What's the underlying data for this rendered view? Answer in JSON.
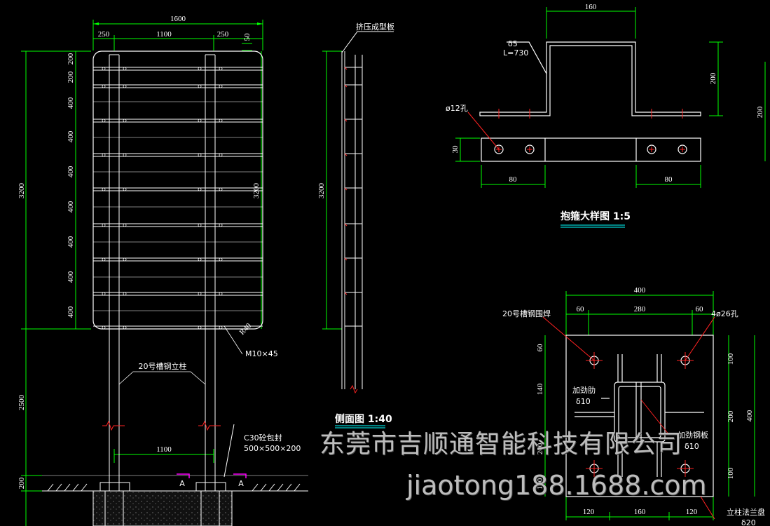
{
  "front": {
    "w_total": "1600",
    "w_left": "250",
    "w_mid": "1100",
    "w_right": "250",
    "top_gap": "50",
    "left_spacing": [
      "200",
      "200",
      "400",
      "400",
      "400",
      "400",
      "400",
      "400",
      "400"
    ],
    "h_total": "3200",
    "h_panel": "3200",
    "h_post": "2500",
    "h_base": "200",
    "post_gap": "1100",
    "bolt_angle": "R40",
    "post_label": "20号槽钢立柱",
    "bolt_label": "M10×45",
    "foundation_label_1": "C30砼包封",
    "foundation_label_2": "500×500×200",
    "section_mark": "A"
  },
  "side": {
    "panel_label": "挤压成型板",
    "height": "3200",
    "title": "侧面图  1:40"
  },
  "clamp": {
    "width_top": "160",
    "plate_label_1": "δ5",
    "plate_label_2": "L=730",
    "height_inner": "200",
    "height_outer": "200",
    "hole_label": "ø12孔",
    "width_plate": "30",
    "len_left": "80",
    "len_right": "80",
    "title": "抱箍大样图  1:5"
  },
  "flange": {
    "w_total": "400",
    "w_left": "60",
    "w_mid": "280",
    "w_right": "60",
    "weld_label": "20号槽钢围焊",
    "hole_label": "4ø26孔",
    "stiff_label_1": "加劲肋",
    "stiff_label_2": "δ10",
    "plate_label_1": "加劲钢板",
    "plate_label_2": "δ10",
    "left_dims": [
      "60",
      "140",
      "200",
      "100"
    ],
    "right_dims": [
      "100",
      "200",
      "100"
    ],
    "right_total": "400",
    "bottom_dims": [
      "120",
      "160",
      "120"
    ],
    "flange_label_1": "立柱法兰盘",
    "flange_label_2": "δ20"
  },
  "watermark": {
    "company": "东莞市吉顺通智能科技有限公司",
    "website": "jiaotong188.1688.com"
  }
}
